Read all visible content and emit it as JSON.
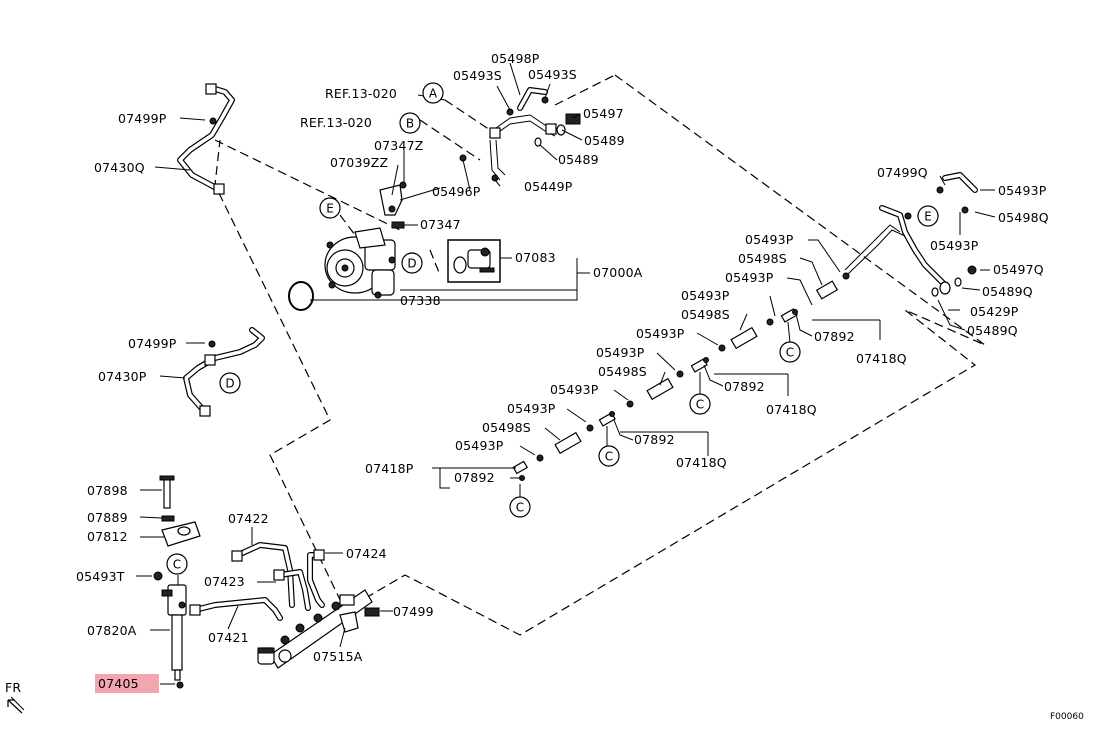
{
  "labels": {
    "p05498P_top": "05498P",
    "p05493S_a": "05493S",
    "p05493S_b": "05493S",
    "p05497": "05497",
    "p05489_a": "05489",
    "p05489_b": "05489",
    "p05449P": "05449P",
    "p05496P": "05496P",
    "ref13_a": "REF.13-020",
    "ref13_b": "REF.13-020",
    "p07347Z": "07347Z",
    "p07039ZZ": "07039ZZ",
    "p07347": "07347",
    "p07083": "07083",
    "p07000A": "07000A",
    "p07338": "07338",
    "p07499P_top": "07499P",
    "p07430Q": "07430Q",
    "p07499P_mid": "07499P",
    "p07430P": "07430P",
    "p07499Q": "07499Q",
    "p05493P_tr": "05493P",
    "p05498Q": "05498Q",
    "p05493P_tr2": "05493P",
    "p05497Q": "05497Q",
    "p05489Q_a": "05489Q",
    "p05429P": "05429P",
    "p05489Q_b": "05489Q",
    "r1_05493P": "05493P",
    "r1_05498S": "05498S",
    "r1_05493P_b": "05493P",
    "r2_05493P": "05493P",
    "r2_05498S": "05498S",
    "r2_05493P_b": "05493P",
    "p07892_a": "07892",
    "p07418Q_a": "07418Q",
    "r3_05493P": "05493P",
    "r3_05498S": "05498S",
    "r3_05493P_b": "05493P",
    "p07892_b": "07892",
    "p07418Q_b": "07418Q",
    "r4_05493P": "05493P",
    "r4_05498S": "05498S",
    "r4_05493P_b": "05493P",
    "p07892_c": "07892",
    "p07418Q_c": "07418Q",
    "p07418P": "07418P",
    "p07892_d": "07892",
    "p07898": "07898",
    "p07889": "07889",
    "p07812": "07812",
    "p05493T": "05493T",
    "p07820A": "07820A",
    "p07405": "07405",
    "p07422": "07422",
    "p07424": "07424",
    "p07423": "07423",
    "p07421": "07421",
    "p07499": "07499",
    "p07515A": "07515A",
    "fr": "FR",
    "figure_code": "F00060"
  },
  "callouts": {
    "A": "A",
    "B": "B",
    "C": "C",
    "D": "D",
    "E": "E"
  },
  "colors": {
    "highlight": "#f4a6b0",
    "line": "#000000",
    "background": "#ffffff"
  }
}
